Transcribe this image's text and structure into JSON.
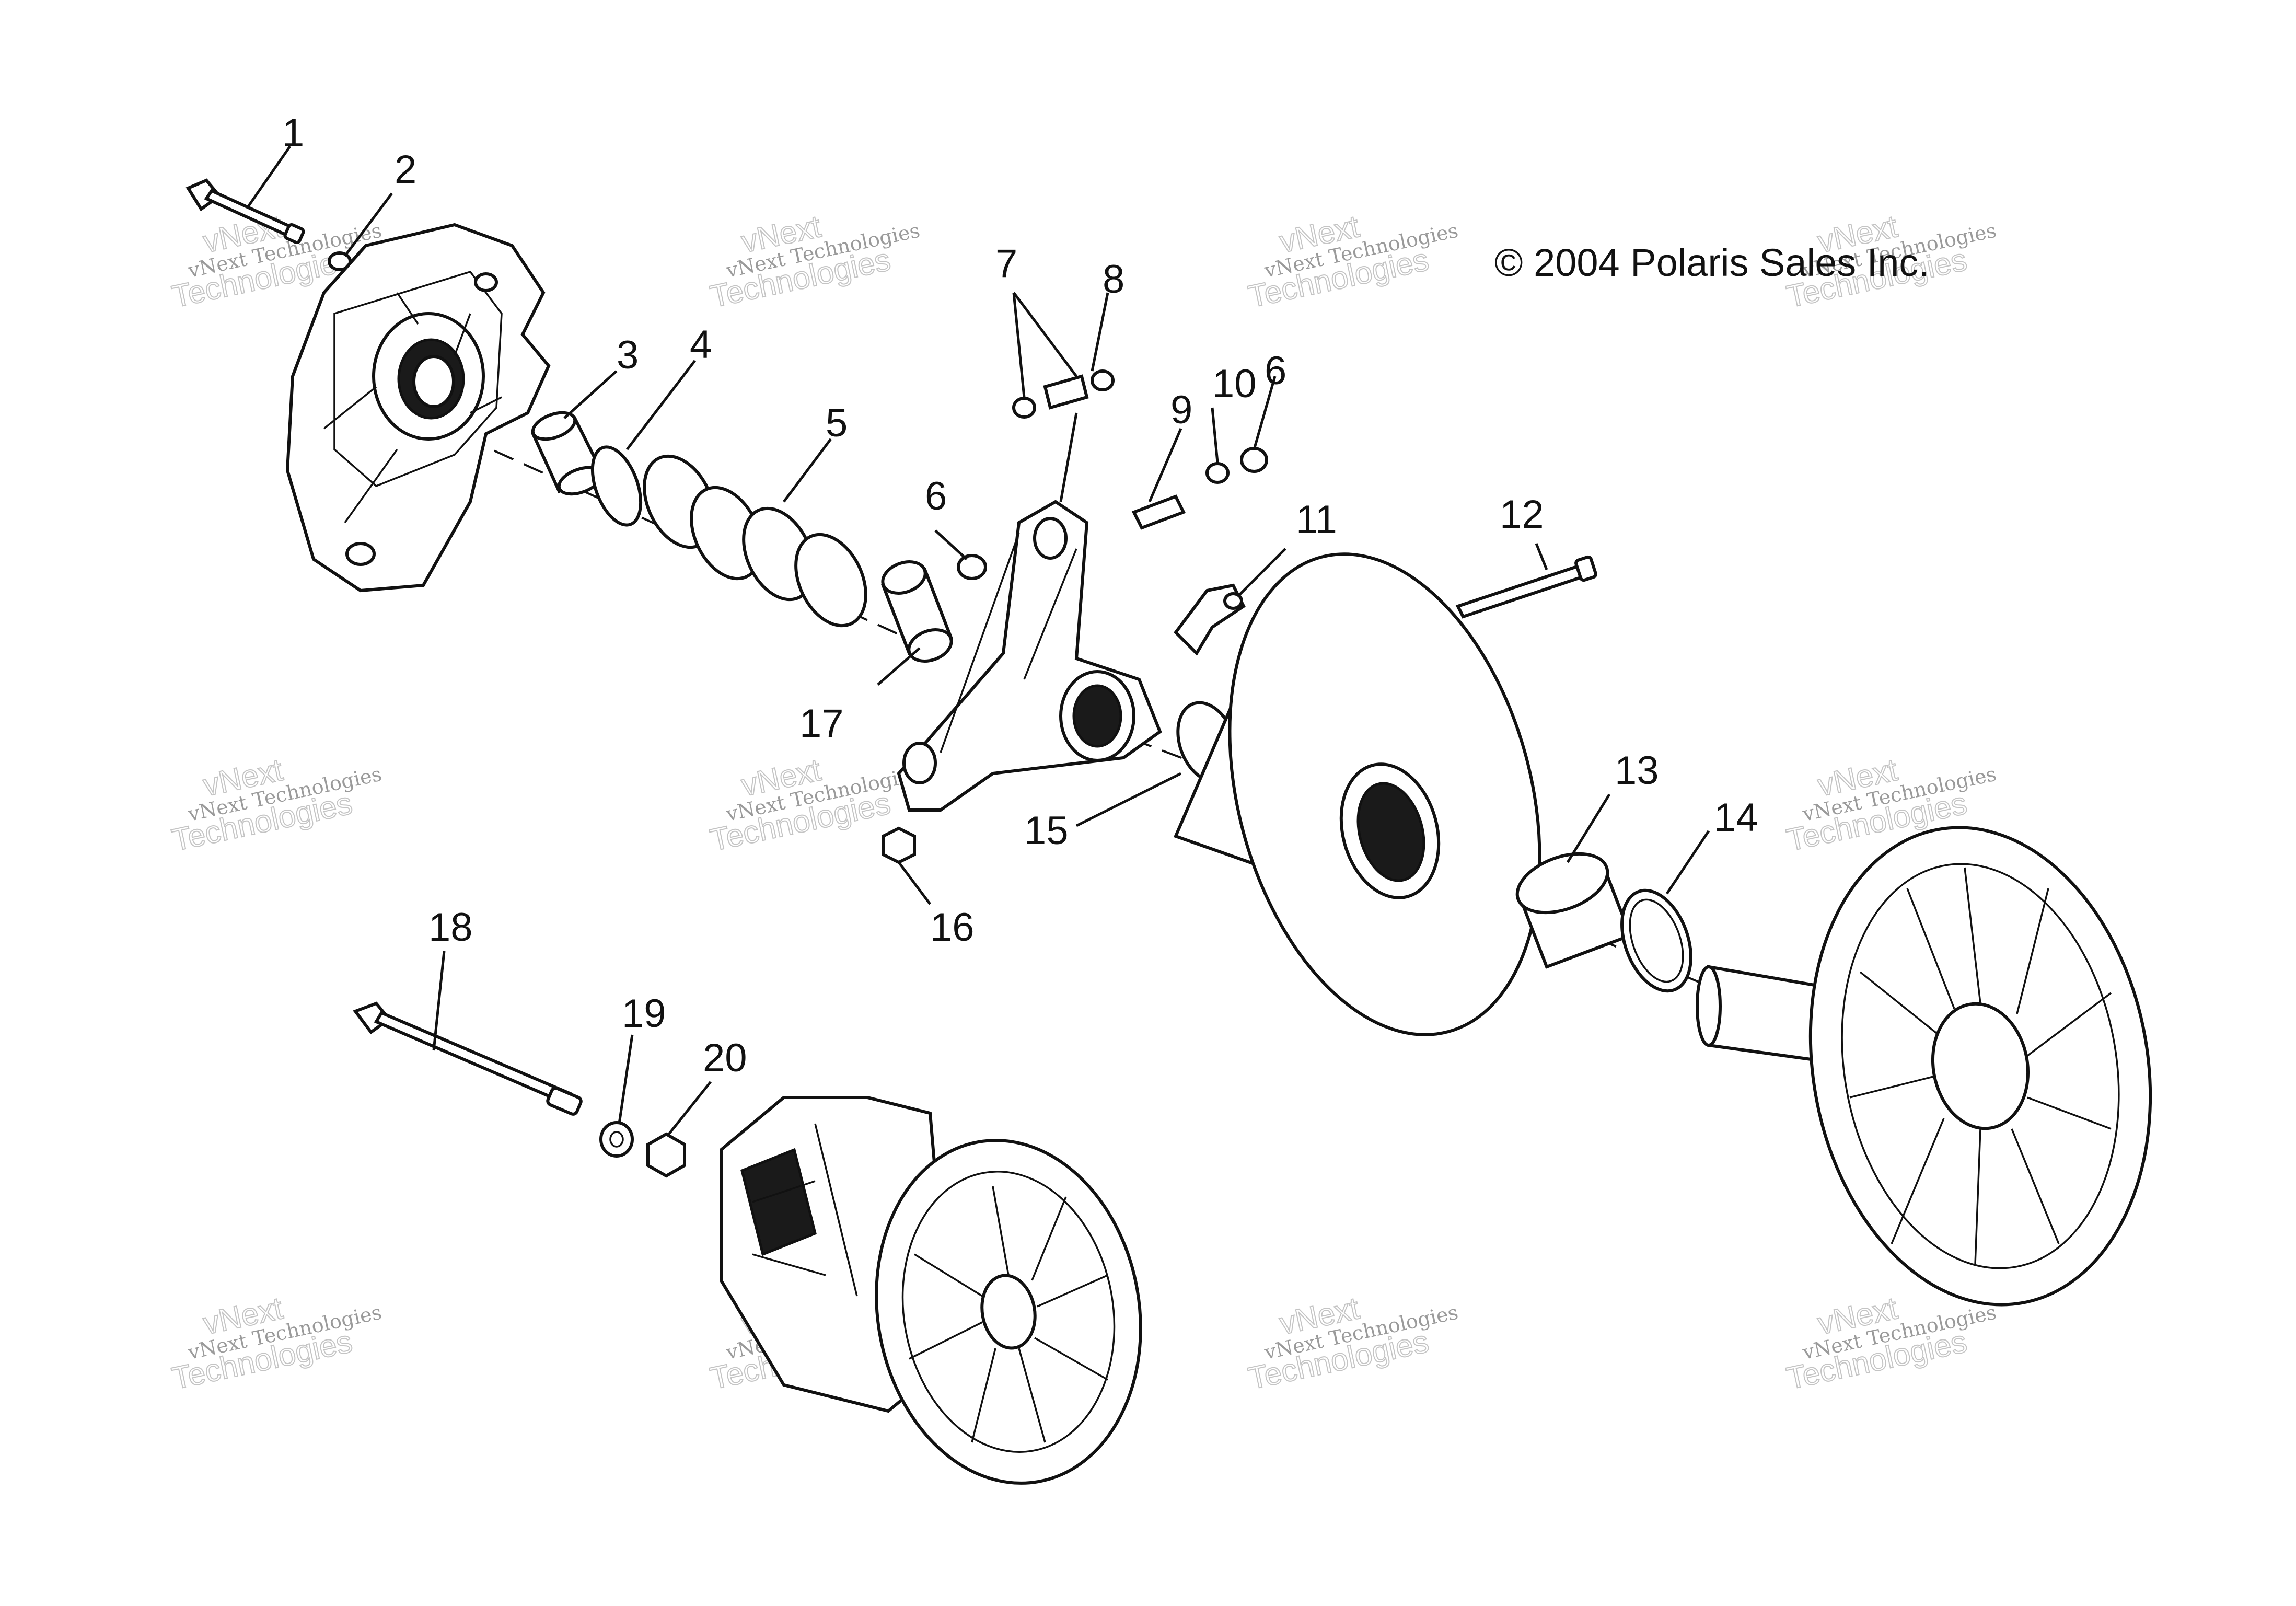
{
  "copyright": "© 2004 Polaris Sales Inc.",
  "watermark": {
    "line1": "vNext Technologies",
    "line2": "vNext",
    "line3": "Technologies"
  },
  "callouts": {
    "c1": "1",
    "c2": "2",
    "c3": "3",
    "c4": "4",
    "c5": "5",
    "c6a": "6",
    "c6b": "6",
    "c7": "7",
    "c8": "8",
    "c9": "9",
    "c10": "10",
    "c11": "11",
    "c12": "12",
    "c13": "13",
    "c14": "14",
    "c15": "15",
    "c16": "16",
    "c17": "17",
    "c18": "18",
    "c19": "19",
    "c20": "20"
  }
}
